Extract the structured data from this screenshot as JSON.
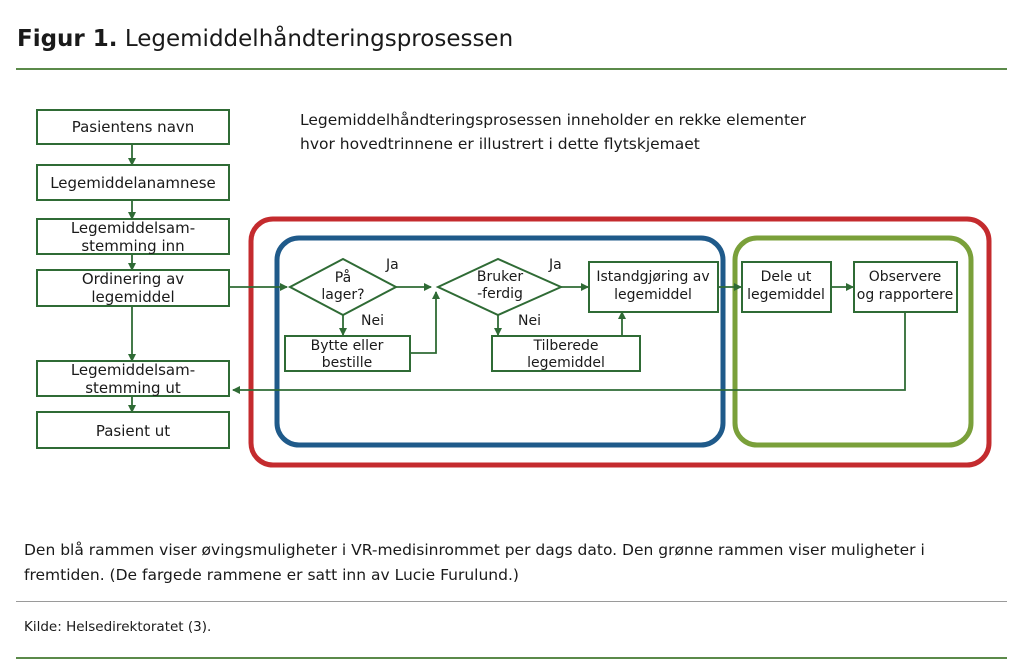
{
  "figure": {
    "label": "Figur 1.",
    "title": "Legemiddelhåndteringsprosessen"
  },
  "intro": {
    "line1": "Legemiddelhåndteringsprosessen inneholder en rekke elementer",
    "line2": "hvor hovedtrinnene er illustrert i dette flytskjemaet"
  },
  "flow": {
    "left_column": {
      "n1": "Pasientens navn",
      "n2": "Legemiddelanamnese",
      "n3_line1": "Legemiddelsam-",
      "n3_line2": "stemming inn",
      "n4_line1": "Ordinering av",
      "n4_line2": "legemiddel",
      "n5_line1": "Legemiddelsam-",
      "n5_line2": "stemming ut",
      "n6": "Pasient ut"
    },
    "decision1_line1": "På",
    "decision1_line2": "lager?",
    "decision1_yes": "Ja",
    "decision1_no": "Nei",
    "bytte_line1": "Bytte eller",
    "bytte_line2": "bestille",
    "decision2_line1": "Bruker",
    "decision2_line2": "-ferdig",
    "decision2_yes": "Ja",
    "decision2_no": "Nei",
    "tilberede_line1": "Tilberede",
    "tilberede_line2": "legemiddel",
    "istand_line1": "Istandgjøring av",
    "istand_line2": "legemiddel",
    "dele_line1": "Dele ut",
    "dele_line2": "legemiddel",
    "observere_line1": "Observere",
    "observere_line2": "og rapportere"
  },
  "frame_colors": {
    "red": "#c42b2e",
    "blue": "#1f5a8a",
    "green": "#7aa03a",
    "flow_green": "#2f6b35"
  },
  "caption": {
    "text": "Den blå rammen viser øvingsmuligheter i VR-medisinrommet per dags dato. Den grønne rammen viser muligheter i fremtiden. (De fargede rammene er satt inn av Lucie Furulund.)"
  },
  "source": {
    "text": "Kilde: Helsedirektoratet (3)."
  }
}
